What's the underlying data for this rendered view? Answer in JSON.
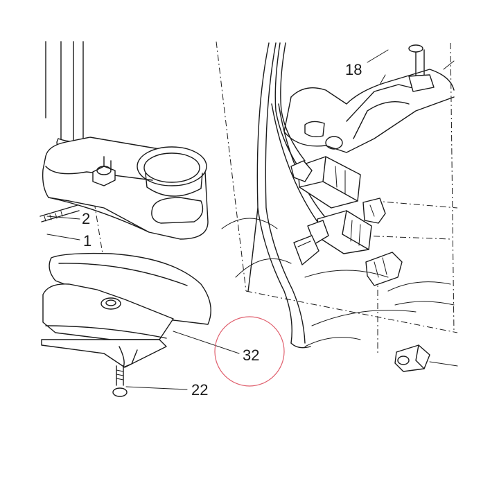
{
  "diagram": {
    "callouts": [
      {
        "id": "18",
        "label": "18"
      },
      {
        "id": "2",
        "label": "2"
      },
      {
        "id": "1",
        "label": "1"
      },
      {
        "id": "32",
        "label": "32"
      },
      {
        "id": "22",
        "label": "22"
      }
    ],
    "highlighted_callout": "32",
    "highlight_color": "#e0606e",
    "line_color": "#1a1a1a"
  }
}
